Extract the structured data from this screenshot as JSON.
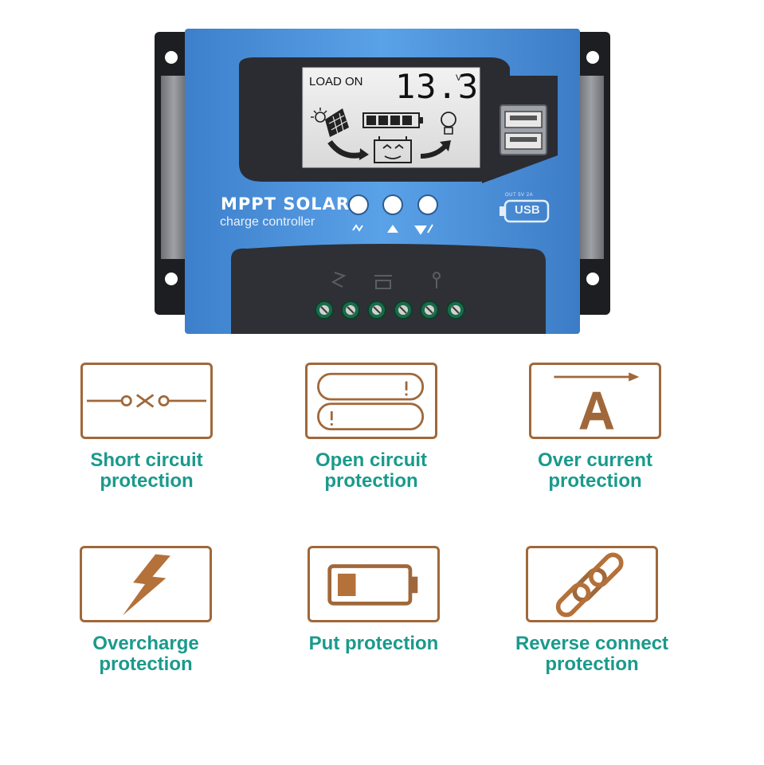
{
  "device": {
    "lcd": {
      "load_status": "LOAD ON",
      "voltage": "13.3",
      "unit": "V"
    },
    "brand_title": "MPPT SOLAR",
    "brand_subtitle": "charge controller",
    "usb_label": "USB",
    "usb_rating": "OUT 5V 2A",
    "buttons": [
      "menu",
      "up",
      "down-settings"
    ],
    "terminal_count": 6
  },
  "colors": {
    "housing_blue": "#4a8fd6",
    "housing_dark": "#2c2e33",
    "caption_teal": "#1a9a8c",
    "icon_copper": "#a0683a"
  },
  "features": [
    {
      "id": "short-circuit",
      "line1": "Short circuit",
      "line2": "protection",
      "icon": "open-switch-icon"
    },
    {
      "id": "open-circuit",
      "line1": "Open circuit",
      "line2": "protection",
      "icon": "loop-wire-icon"
    },
    {
      "id": "over-current",
      "line1": "Over current",
      "line2": "protection",
      "icon": "ampere-arrow-icon"
    },
    {
      "id": "overcharge",
      "line1": "Overcharge",
      "line2": "protection",
      "icon": "lightning-icon"
    },
    {
      "id": "put",
      "line1": "Put protection",
      "line2": "",
      "icon": "battery-icon"
    },
    {
      "id": "reverse-connect",
      "line1": "Reverse connect",
      "line2": "protection",
      "icon": "chain-link-icon"
    }
  ]
}
